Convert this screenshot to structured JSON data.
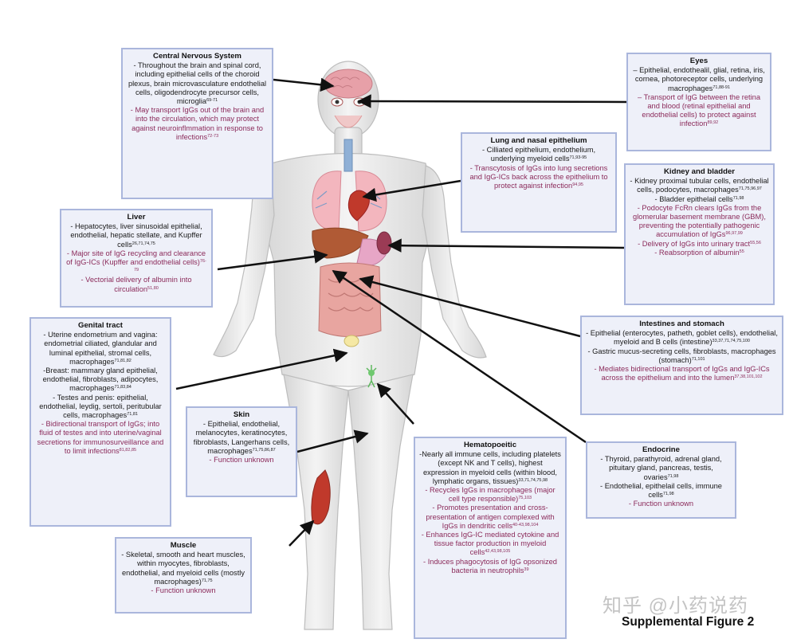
{
  "figure_caption": "Supplemental Figure 2",
  "watermark": "知乎 @小药说药",
  "boxes": {
    "cns": {
      "title": "Central Nervous System",
      "lines": [
        {
          "text": "- Throughout the brain and spinal cord, including epithelial cells of the choroid plexus, brain microvasculature endothelial cells, oligodendrocyte precursor cells, microglia",
          "ref": "69-71"
        },
        {
          "text": "- May transport IgGs out of the brain and into the circulation, which may protect against neuroinflmmation in response to infections",
          "ref": "72-73",
          "function": true
        }
      ]
    },
    "eyes": {
      "title": "Eyes",
      "lines": [
        {
          "text": "– Epithelial, endothealil, glial, retina, iris, cornea, photoreceptor cells, underlying macrophages",
          "ref": "71,88-91"
        },
        {
          "text": "– Transport of IgG between the retina and blood (retinal epithelial and endothelial cells) to protect against infection",
          "ref": "89,92",
          "function": true
        }
      ]
    },
    "lung": {
      "title": "Lung and nasal epithelium",
      "lines": [
        {
          "text": "- Cilliated epithelium, endothelium, underlying myeloid cells",
          "ref": "71,93-95"
        },
        {
          "text": "- Transcytosis of IgGs into lung secretions and IgG-ICs back across the epithelium to protect against infection",
          "ref": "94,95",
          "function": true
        }
      ]
    },
    "kidney": {
      "title": "Kidney and bladder",
      "lines": [
        {
          "text": "- Kidney proximal tubular cells, endothelial cells, podocytes, macrophages",
          "ref": "71,75,96,97"
        },
        {
          "text": "- Bladder epithelail cells",
          "ref": "71,98"
        },
        {
          "text": "- Podocyte FcRn clears IgGs from the glomerular basement membrane (GBM), preventing the potentially pathogenic accumulation of IgGs",
          "ref": "96,97,99",
          "function": true
        },
        {
          "text": "- Delivery of IgGs into urinary tract",
          "ref": "55,56",
          "function": true
        },
        {
          "text": "- Reabsorption of albumin",
          "ref": "55",
          "function": true
        }
      ]
    },
    "liver": {
      "title": "Liver",
      "lines": [
        {
          "text": "- Hepatocytes, liver sinusoidal epithelial, endothelial, hepatic stellate, and Kupffer cells",
          "ref": "26,71,74,75"
        },
        {
          "text": "- Major site of IgG recycling and clearance of IgG-ICs (Kupffer and endothelial cells)",
          "ref": "76-79",
          "function": true
        },
        {
          "text": "- Vectorial delivery of albumin into circulation",
          "ref": "51,80",
          "function": true
        }
      ]
    },
    "genital": {
      "title": "Genital tract",
      "lines": [
        {
          "text": "- Uterine endometrium and vagina: endometrial ciliated, glandular and luminal epithelial, stromal cells, macrophages",
          "ref": "71,81,82"
        },
        {
          "text": "-Breast: mammary gland epithelial, endothelial, fibroblasts, adipocytes, macrophages",
          "ref": "71,83,84"
        },
        {
          "text": "- Testes and penis: epithelial, endothelial, leydig, sertoli, peritubular cells, macrophages",
          "ref": "71,81"
        },
        {
          "text": "- Bidirectional transport of IgGs; into fluid of testes and into uterine/vaginal secretions for immunosurveillance and to limit infections",
          "ref": "81,82,85",
          "function": true
        }
      ]
    },
    "intestines": {
      "title": "Intestines and stomach",
      "lines": [
        {
          "text": "- Epithelial (enterocytes, patheth, goblet cells), endothelial, myeloid and B cells (intestine)",
          "ref": "33,37,71,74,75,100"
        },
        {
          "text": "- Gastric mucus-secreting cells, fibroblasts, macrophages (stomach)",
          "ref": "71,101"
        },
        {
          "text": "- Mediates bidirectional transport of IgGs and IgG-ICs across the epithelium and into the lumen",
          "ref": "37,38,101,102",
          "function": true
        }
      ]
    },
    "skin": {
      "title": "Skin",
      "lines": [
        {
          "text": "- Epithelial, endothelial, melanocytes, keratinocytes, fibroblasts, Langerhans cells, macrophages",
          "ref": "71,75,86,87"
        },
        {
          "text": "- Function unknown",
          "ref": "",
          "function": true
        }
      ]
    },
    "endocrine": {
      "title": "Endocrine",
      "lines": [
        {
          "text": "- Thyroid, parathyroid, adrenal gland, pituitary gland, pancreas, testis, ovaries",
          "ref": "71,98"
        },
        {
          "text": "- Endothelial, epithelail cells, immune cells",
          "ref": "71,98"
        },
        {
          "text": "- Function unknown",
          "ref": "",
          "function": true
        }
      ]
    },
    "hemato": {
      "title": "Hematopoeitic",
      "lines": [
        {
          "text": "-Nearly all immune cells, including platelets (except NK and T cells), highest expression in myeloid cells (within blood, lymphatic organs, tissues)",
          "ref": "33,71,74,75,98"
        },
        {
          "text": "- Recycles IgGs in macrophages (major cell type responsible)",
          "ref": "75,103",
          "function": true
        },
        {
          "text": "- Promotes presentation and cross-presentation of antigen complexed with IgGs in dendritic cells",
          "ref": "40-43,98,104",
          "function": true
        },
        {
          "text": "- Enhances IgG-IC mediated cytokine and tissue factor production in myeloid cells",
          "ref": "42,43,98,105",
          "function": true
        },
        {
          "text": "- Induces phagocytosis of IgG opsonized bacteria in neutrophils",
          "ref": "39",
          "function": true
        }
      ]
    },
    "muscle": {
      "title": "Muscle",
      "lines": [
        {
          "text": "- Skeletal, smooth and heart muscles, within myocytes, fibroblasts, endothelial, and myeloid cells (mostly macrophages)",
          "ref": "71,75"
        },
        {
          "text": "- Function unknown",
          "ref": "",
          "function": true
        }
      ]
    }
  }
}
